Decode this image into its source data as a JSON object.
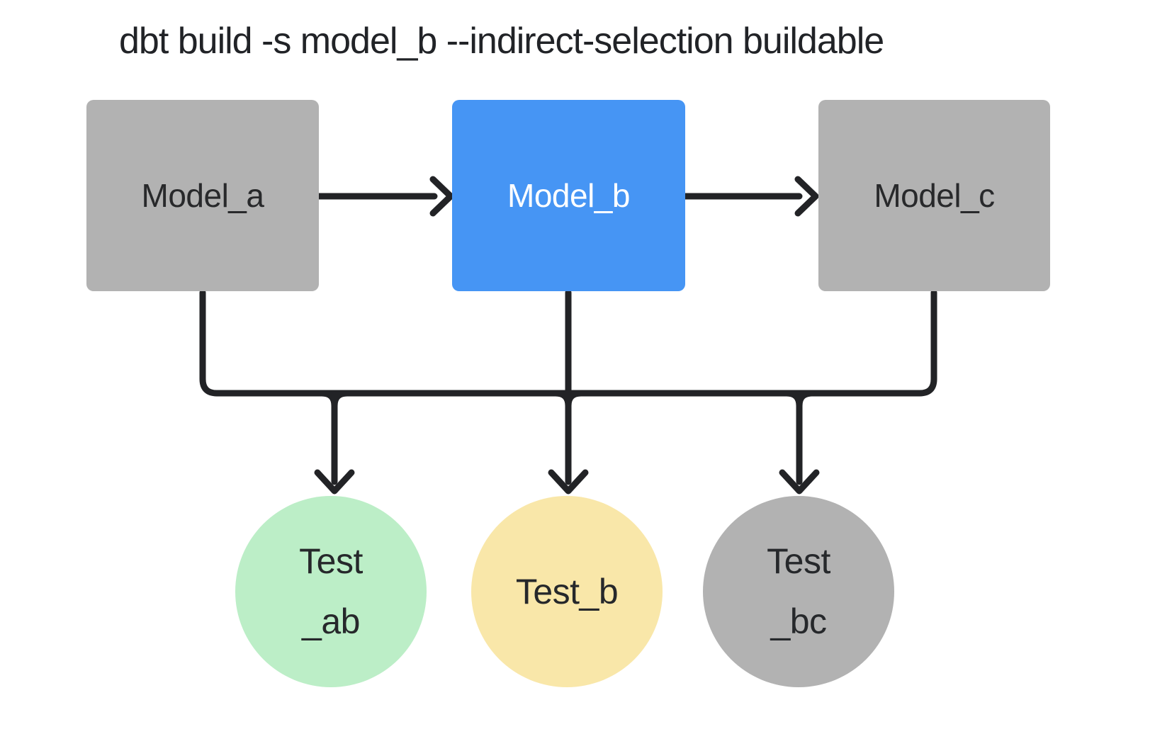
{
  "diagram": {
    "title": "dbt build -s model_b --indirect-selection buildable",
    "colors": {
      "background": "#ffffff",
      "edge": "#222326",
      "selected_model_blue": "#4695f4",
      "unselected_gray": "#b2b2b2",
      "test_green": "#bceec7",
      "test_yellow": "#f9e7a9"
    },
    "models": [
      {
        "id": "model_a",
        "label": "Model_a",
        "fill": "#b2b2b2",
        "text_color": "#28292b"
      },
      {
        "id": "model_b",
        "label": "Model_b",
        "fill": "#4695f4",
        "text_color": "#ffffff"
      },
      {
        "id": "model_c",
        "label": "Model_c",
        "fill": "#b2b2b2",
        "text_color": "#28292b"
      }
    ],
    "tests": [
      {
        "id": "test_ab",
        "line1": "Test",
        "line2": "_ab",
        "fill": "#bceec7"
      },
      {
        "id": "test_b",
        "line1": "Test_b",
        "line2": "",
        "fill": "#f9e7a9"
      },
      {
        "id": "test_bc",
        "line1": "Test",
        "line2": "_bc",
        "fill": "#b2b2b2"
      }
    ],
    "edges": [
      {
        "from": "model_a",
        "to": "model_b"
      },
      {
        "from": "model_b",
        "to": "model_c"
      },
      {
        "from": "model_a",
        "to": "test_ab"
      },
      {
        "from": "model_b",
        "to": "test_ab"
      },
      {
        "from": "model_b",
        "to": "test_b"
      },
      {
        "from": "model_b",
        "to": "test_bc"
      },
      {
        "from": "model_c",
        "to": "test_bc"
      }
    ]
  }
}
